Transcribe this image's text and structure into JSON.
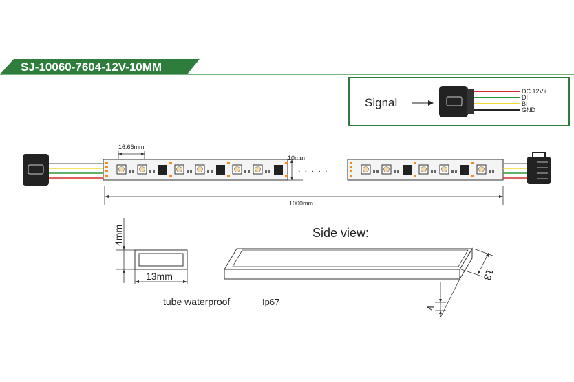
{
  "header": {
    "model": "SJ-10060-7604-12V-10MM",
    "accent_color": "#2e7d3c",
    "line_color": "#4a9a56"
  },
  "signal_box": {
    "label": "Signal",
    "wires": [
      {
        "label": "DC 12V+",
        "color": "#d92b2b"
      },
      {
        "label": "DI",
        "color": "#2a9a3a"
      },
      {
        "label": "BI",
        "color": "#f0dc2a"
      },
      {
        "label": "GND",
        "color": "#222222"
      }
    ]
  },
  "strip": {
    "pitch_label": "16.66mm",
    "width_label": "10mm",
    "length_label": "1000mm",
    "ellipsis": "· · · · ·"
  },
  "cross_section": {
    "height_label": "4mm",
    "width_label": "13mm",
    "caption_tube": "tube  waterproof",
    "caption_ip": "Ip67"
  },
  "side_view": {
    "title": "Side view:",
    "dim_width": "13",
    "dim_height": "4"
  }
}
